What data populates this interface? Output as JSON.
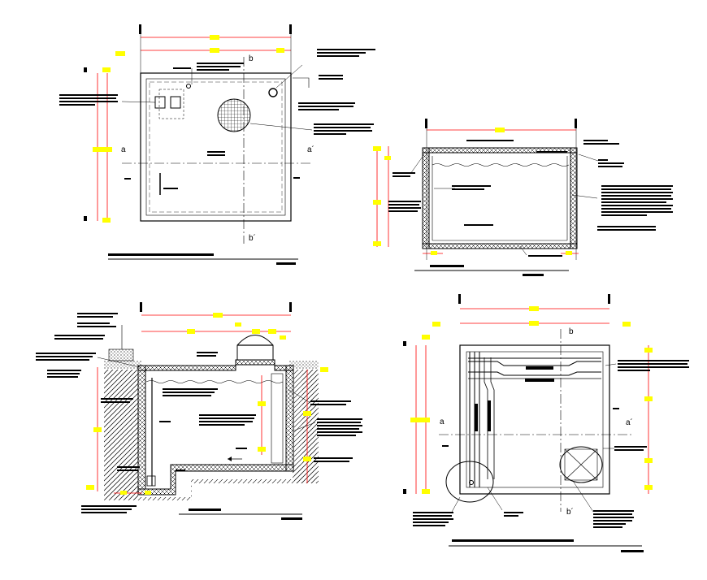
{
  "drawing": {
    "sheet_background": "#ffffff",
    "colors": {
      "outline": "#000000",
      "dimension_line": "#ff0000",
      "dimension_tag": "#ffff00",
      "centerline": "#000000"
    },
    "section_marks": {
      "plan_top": {
        "a_left": "a",
        "a_right": "a´",
        "b_top": "b",
        "b_bottom": "b´"
      },
      "plan_bottom": {
        "a_left": "a",
        "a_right": "a´",
        "b_top": "b",
        "b_bottom": "b´"
      }
    },
    "view_titles": {
      "plan_top": "",
      "section_a": "",
      "section_b": "",
      "plan_bottom": ""
    },
    "notes": "illegible"
  }
}
